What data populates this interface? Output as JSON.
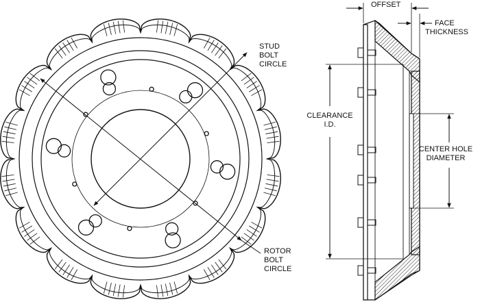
{
  "labels": {
    "stud_bolt_circle": [
      "STUD",
      "BOLT",
      "CIRCLE"
    ],
    "rotor_bolt_circle": [
      "ROTOR",
      "BOLT",
      "CIRCLE"
    ],
    "offset": "OFFSET",
    "face_thickness": [
      "FACE",
      "THICKNESS"
    ],
    "clearance_id": [
      "CLEARANCE",
      "I.D."
    ],
    "center_hole_diameter": [
      "CENTER HOLE",
      "DIAMETER"
    ]
  },
  "drawing": {
    "line_color": "#111111",
    "hatch_color": "#222222",
    "scallop_count": 16,
    "stud_hole_count": 6,
    "rotor_hole_count": 6
  }
}
